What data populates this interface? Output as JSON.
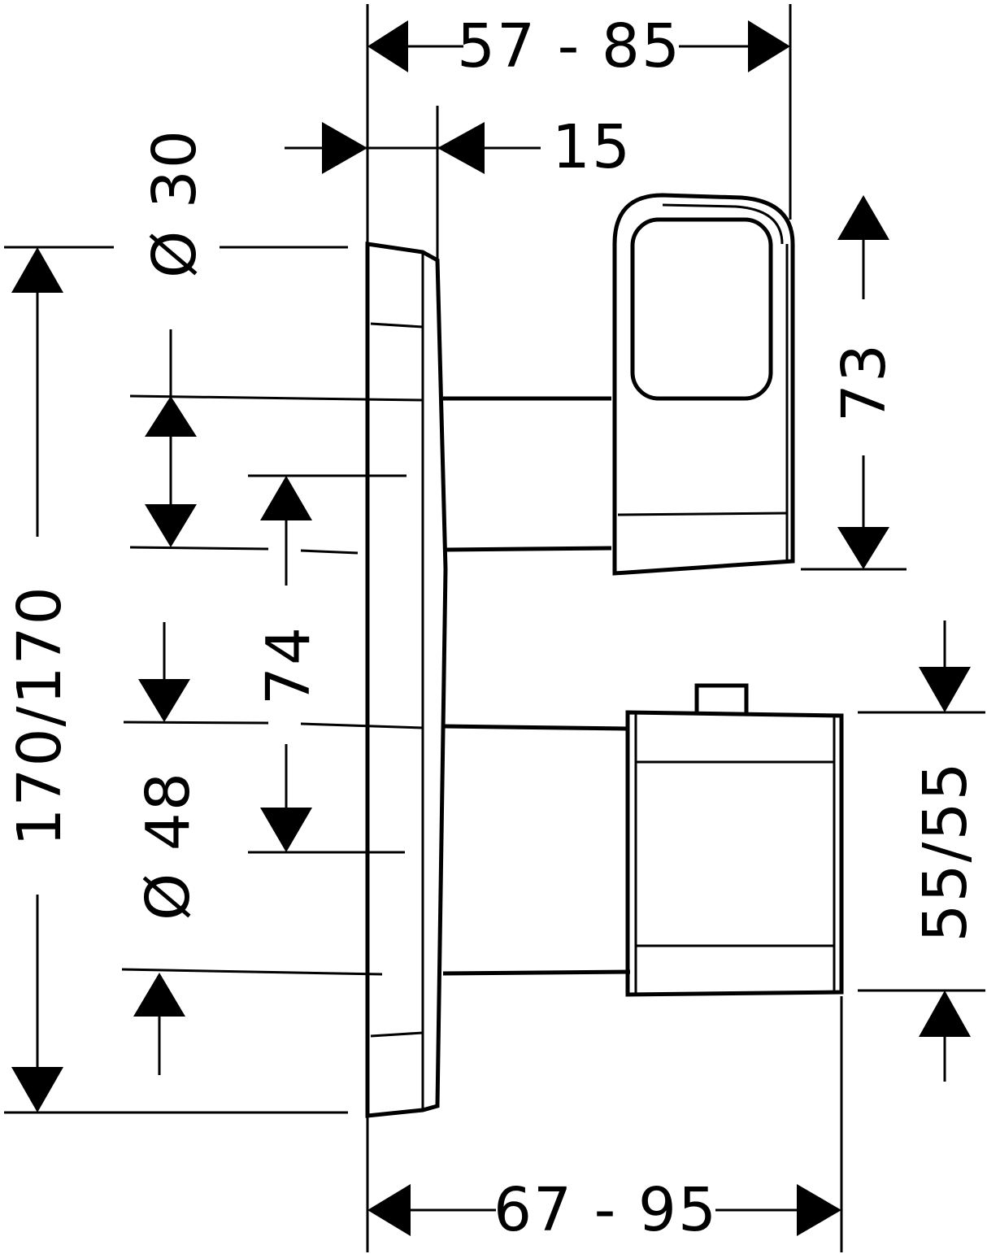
{
  "drawing": {
    "colors": {
      "line": "#000000",
      "background": "#ffffff"
    },
    "dimensions": {
      "top_width": "57 - 85",
      "plate_depth": "15",
      "upper_diameter": "Ø 30",
      "handle_height": "73",
      "overall_height": "170/170",
      "center_spacing": "74",
      "lower_diameter": "Ø 48",
      "knob_height": "55/55",
      "bottom_width": "67 - 95"
    }
  }
}
